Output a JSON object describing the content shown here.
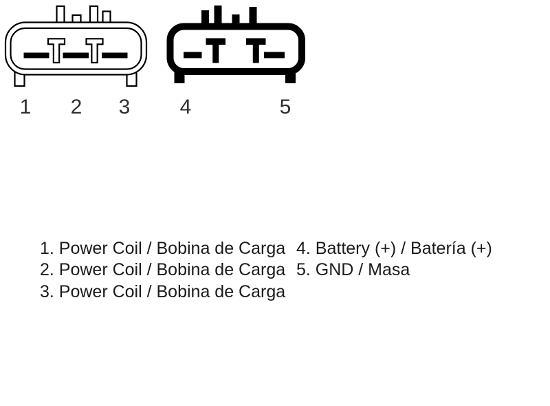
{
  "page": {
    "background": "#ffffff"
  },
  "diagram": {
    "colors": {
      "line": "#000000",
      "fill": "#ffffff",
      "pin_number_text": "#2e2e2e",
      "legend_text": "#1b1b1b"
    },
    "connectors": [
      {
        "name": "connector-a",
        "outline": "thin",
        "pins": [
          "1",
          "2",
          "3"
        ]
      },
      {
        "name": "connector-b",
        "outline": "thick",
        "pins": [
          "4",
          "5"
        ]
      }
    ]
  },
  "legend": {
    "left": [
      "1. Power Coil / Bobina de Carga",
      "2. Power Coil / Bobina de Carga",
      "3. Power Coil / Bobina de Carga"
    ],
    "right": [
      "4. Battery (+) / Batería (+)",
      "5. GND / Masa"
    ]
  }
}
